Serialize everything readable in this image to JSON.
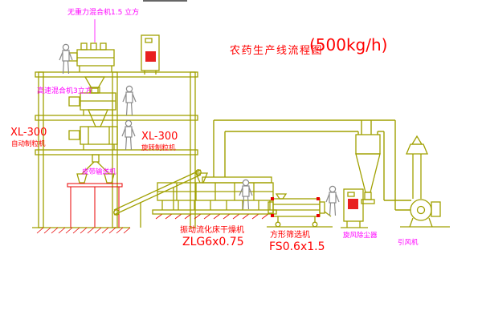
{
  "title": {
    "main": "农药生产线流程图",
    "capacity": "(500kg/h)"
  },
  "labels": {
    "top_mixer": "无重力混合机1.5 立方",
    "high_speed_mixer": "高速混合机3立方",
    "granulator_left_model": "XL-300",
    "granulator_left_name": "自动制粒机",
    "granulator_mid_model": "XL-300",
    "granulator_mid_name": "旋转制粒机",
    "belt_conveyor": "皮带输送机",
    "dryer_name": "振动流化床干燥机",
    "dryer_model": "ZLG6x0.75",
    "sieve_name": "方形筛选机",
    "sieve_model": "FS0.6x1.5",
    "cyclone": "旋风除尘器",
    "induced_fan": "引风机"
  },
  "colors": {
    "line": "#a0a000",
    "red": "#ff0000",
    "magenta": "#ff00ff",
    "figure_outline": "#8a8a8a",
    "background": "#ffffff"
  }
}
